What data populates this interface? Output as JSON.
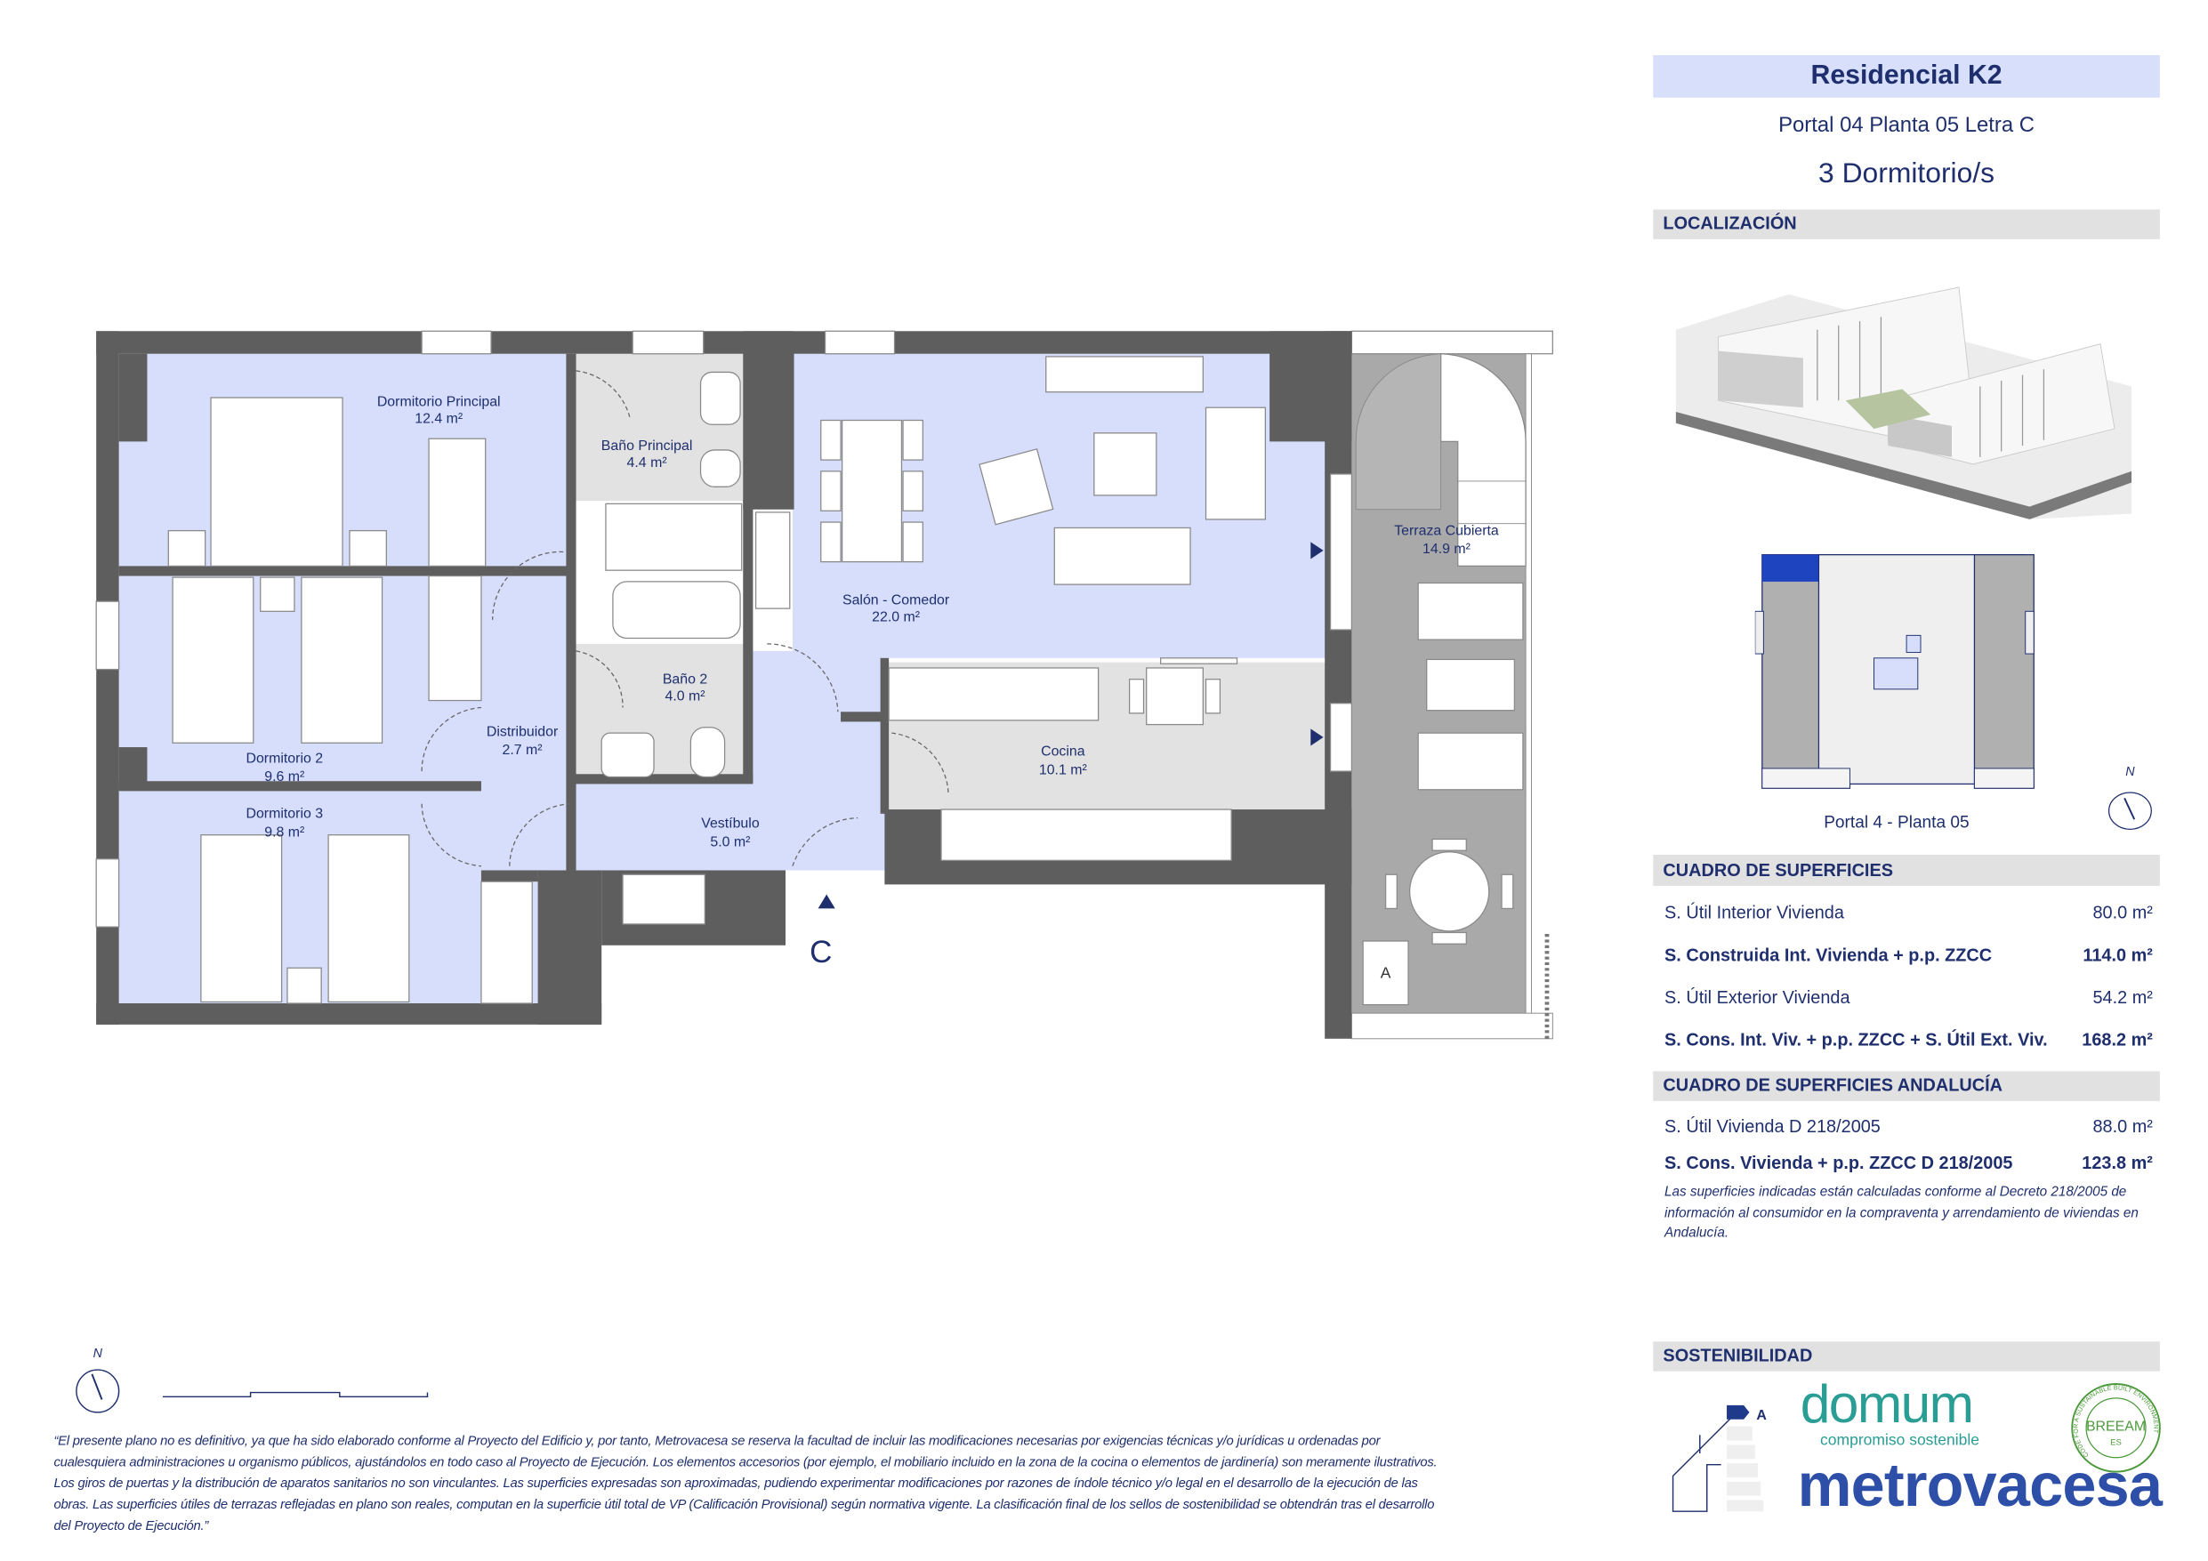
{
  "header": {
    "title": "Residencial K2",
    "unit": "Portal 04 Planta 05 Letra C",
    "bedrooms": "3 Dormitorio/s"
  },
  "localizacion": {
    "heading": "LOCALIZACIÓN",
    "key_plan_caption": "Portal 4 - Planta 05",
    "north_label": "N"
  },
  "superficies": {
    "heading": "CUADRO DE SUPERFICIES",
    "rows": [
      {
        "label": "S. Útil Interior Vivienda",
        "value": "80.0 m²"
      },
      {
        "label": "S. Construida Int. Vivienda + p.p. ZZCC",
        "value": "114.0 m²"
      },
      {
        "label": "S. Útil Exterior Vivienda",
        "value": "54.2 m²"
      },
      {
        "label": "S. Cons. Int. Viv. + p.p. ZZCC + S. Útil Ext. Viv.",
        "value": "168.2 m²"
      }
    ]
  },
  "andalucia": {
    "heading": "CUADRO DE SUPERFICIES ANDALUCÍA",
    "rows": [
      {
        "label": "S. Útil Vivienda D 218/2005",
        "value": "88.0 m²"
      },
      {
        "label": "S. Cons. Vivienda + p.p. ZZCC D 218/2005",
        "value": "123.8 m²"
      }
    ],
    "note": "Las superficies indicadas están calculadas conforme al Decreto 218/2005 de información al consumidor en la compraventa y arrendamiento de viviendas en Andalucía."
  },
  "sostenibilidad": {
    "heading": "SOSTENIBILIDAD",
    "energy_class": "A",
    "domum": "domum",
    "domum_tagline": "compromiso sostenible",
    "breeam": "BREEAM",
    "breeam_country": "ES",
    "breeam_ring": "CODE FOR A SUSTAINABLE BUILT ENVIRONMENT",
    "brand": "metrovacesa"
  },
  "plan": {
    "entrance_letter": "C",
    "terrace_mark": "A",
    "north_label": "N",
    "rooms": [
      {
        "name": "Dormitorio Principal",
        "area": "12.4 m²"
      },
      {
        "name": "Baño Principal",
        "area": "4.4 m²"
      },
      {
        "name": "Salón - Comedor",
        "area": "22.0 m²"
      },
      {
        "name": "Terraza Cubierta",
        "area": "14.9 m²"
      },
      {
        "name": "Baño 2",
        "area": "4.0 m²"
      },
      {
        "name": "Distribuidor",
        "area": "2.7 m²"
      },
      {
        "name": "Dormitorio 2",
        "area": "9.6 m²"
      },
      {
        "name": "Cocina",
        "area": "10.1 m²"
      },
      {
        "name": "Dormitorio 3",
        "area": "9.8 m²"
      },
      {
        "name": "Vestíbulo",
        "area": "5.0 m²"
      }
    ]
  },
  "disclaimer": [
    "“El presente plano no es definitivo, ya que ha sido elaborado conforme al Proyecto del Edificio y, por tanto, Metrovacesa se reserva la facultad de incluir las modificaciones necesarias por exigencias técnicas y/o jurídicas u ordenadas por",
    "cualesquiera administraciones u organismo públicos, ajustándolos en todo caso al Proyecto de Ejecución. Los elementos accesorios (por ejemplo, el mobiliario incluido en la zona de la cocina o elementos de jardinería) son meramente ilustrativos.",
    "Los giros de puertas y la distribución de aparatos sanitarios no son vinculantes. Las superficies expresadas son aproximadas, pudiendo experimentar modificaciones por razones de índole técnico y/o legal en el desarrollo de la ejecución de las",
    "obras. Las superficies útiles de terrazas reflejadas en plano son reales, computan en la superficie útil total de VP (Calificación Provisional) según normativa vigente. La clasificación final de los sellos de sostenibilidad se obtendrán tras el desarrollo",
    "del Proyecto de Ejecución.”"
  ],
  "colors": {
    "navy": "#1f2f6e",
    "room_blue": "#d6defc",
    "wall": "#5e5e5e",
    "highlight": "#1f44c0"
  }
}
